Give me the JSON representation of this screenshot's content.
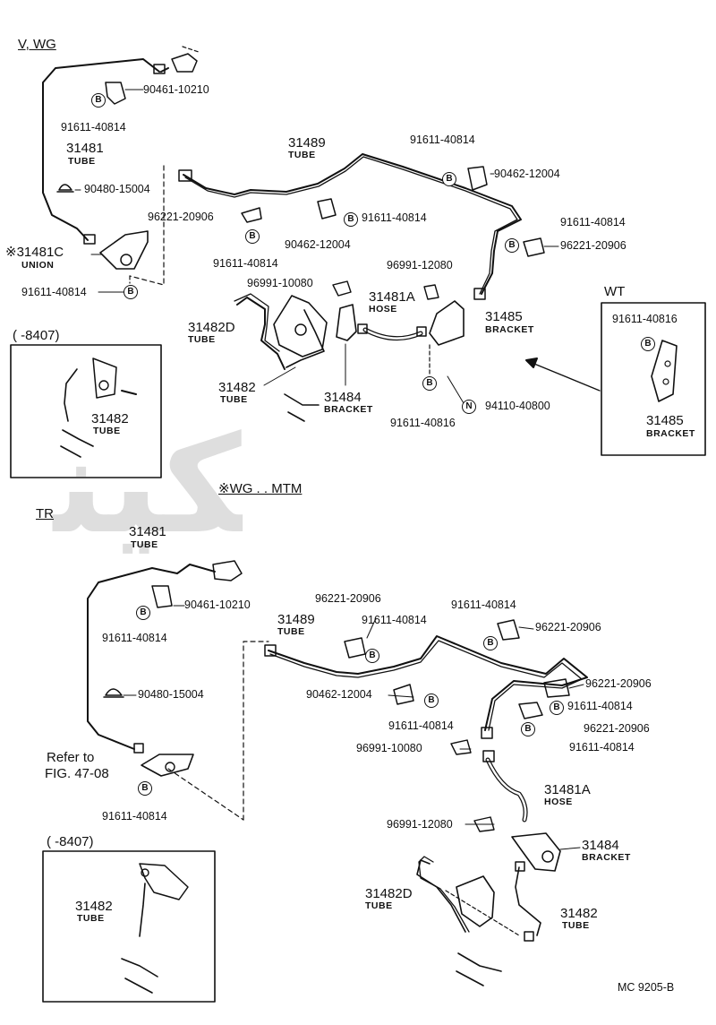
{
  "labels": {
    "hdr_vwg": "V, WG",
    "hdr_tr": "TR",
    "hdr_wgmtm": "※WG . . MTM",
    "hdr_wt": "WT",
    "range_a": "(      -8407)",
    "range_b": "(      -8407)",
    "p_90461_a": "90461-10210",
    "p_91611_a": "91611-40814",
    "p_31481_a": "31481",
    "p_31481_a_sub": "TUBE",
    "p_90480_a": "90480-15004",
    "p_31481c": "※31481C",
    "p_31481c_sub": "UNION",
    "p_91611_b": "91611-40814",
    "p_31489_a": "31489",
    "p_31489_a_sub": "TUBE",
    "p_91611_c": "91611-40814",
    "p_90462_a": "90462-12004",
    "p_96221_a": "96221-20906",
    "p_91611_d": "91611-40814",
    "p_90462_b": "90462-12004",
    "p_91611_e": "91611-40814",
    "p_91611_f": "91611-40814",
    "p_96221_b": "96221-20906",
    "p_96991_a": "96991-12080",
    "p_96991_b": "96991-10080",
    "p_31481a_a": "31481A",
    "p_31481a_a_sub": "HOSE",
    "p_31485_a": "31485",
    "p_31485_a_sub": "BRACKET",
    "p_31482d_a": "31482D",
    "p_31482d_a_sub": "TUBE",
    "p_31482_a": "31482",
    "p_31482_a_sub": "TUBE",
    "p_31484_a": "31484",
    "p_31484_a_sub": "BRACKET",
    "p_91611_g": "91611-40816",
    "p_94110": "94110-40800",
    "p_31482_b": "31482",
    "p_31482_b_sub": "TUBE",
    "p_91611_wt": "91611-40816",
    "p_31485_wt": "31485",
    "p_31485_wt_sub": "BRACKET",
    "p_31481_b": "31481",
    "p_31481_b_sub": "TUBE",
    "p_90461_b": "90461-10210",
    "p_91611_h": "91611-40814",
    "p_90480_b": "90480-15004",
    "p_refer1": "Refer to",
    "p_refer2": "FIG. 47-08",
    "p_91611_i": "91611-40814",
    "p_96221_c": "96221-20906",
    "p_91611_j": "91611-40814",
    "p_31489_b": "31489",
    "p_31489_b_sub": "TUBE",
    "p_91611_k": "91611-40814",
    "p_96221_d": "96221-20906",
    "p_90462_c": "90462-12004",
    "p_96221_e": "96221-20906",
    "p_91611_l": "91611-40814",
    "p_91611_m": "91611-40814",
    "p_96221_f": "96221-20906",
    "p_91611_n": "91611-40814",
    "p_96991_c": "96991-10080",
    "p_31481a_b": "31481A",
    "p_31481a_b_sub": "HOSE",
    "p_96991_d": "96991-12080",
    "p_31484_b": "31484",
    "p_31484_b_sub": "BRACKET",
    "p_31482d_b": "31482D",
    "p_31482d_b_sub": "TUBE",
    "p_31482_c": "31482",
    "p_31482_c_sub": "TUBE",
    "p_31482_d": "31482",
    "p_31482_d_sub": "TUBE",
    "footer_code": "MC  9205-B"
  },
  "badges": {
    "bolt": "B",
    "nut": "N"
  },
  "watermark": "ﻜﻴﻨ",
  "colors": {
    "ink": "#111111",
    "watermark": "#d3d3d3",
    "background": "#ffffff"
  }
}
